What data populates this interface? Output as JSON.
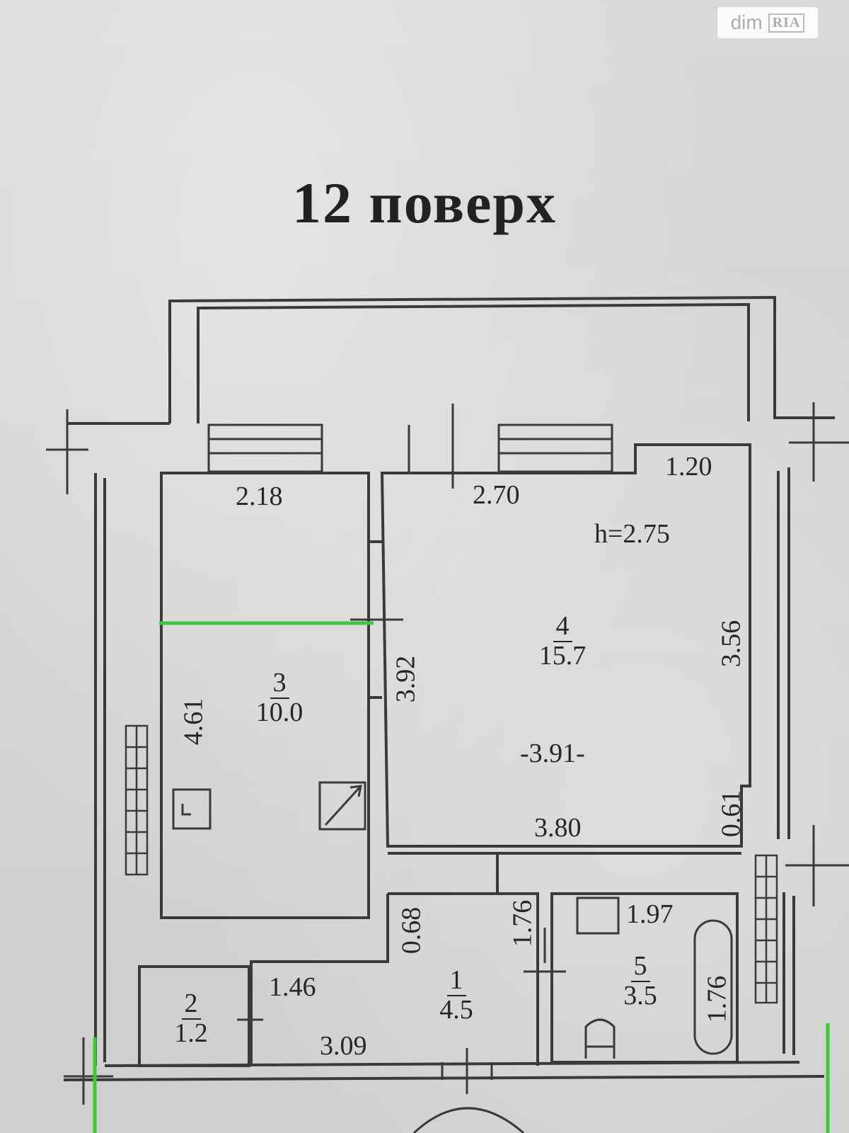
{
  "watermark": {
    "dim": "dim",
    "ria": "RIA"
  },
  "title": "12 поверх",
  "ceiling_height": "h=2.75",
  "rooms": [
    {
      "number": "1",
      "area": "4.5"
    },
    {
      "number": "2",
      "area": "1.2"
    },
    {
      "number": "3",
      "area": "10.0"
    },
    {
      "number": "4",
      "area": "15.7"
    },
    {
      "number": "5",
      "area": "3.5"
    }
  ],
  "dimensions": {
    "d_218": "2.18",
    "d_270": "2.70",
    "d_120": "1.20",
    "d_392": "3.92",
    "d_356": "3.56",
    "d_461": "4.61",
    "d_391": "-3.91-",
    "d_380": "3.80",
    "d_061": "0.61",
    "d_068": "0.68",
    "d_176a": "1.76",
    "d_197": "1.97",
    "d_176b": "1.76",
    "d_146": "1.46",
    "d_309": "3.09"
  },
  "colors": {
    "marker": "#3cc93c",
    "wall": "#3a3a3a"
  }
}
